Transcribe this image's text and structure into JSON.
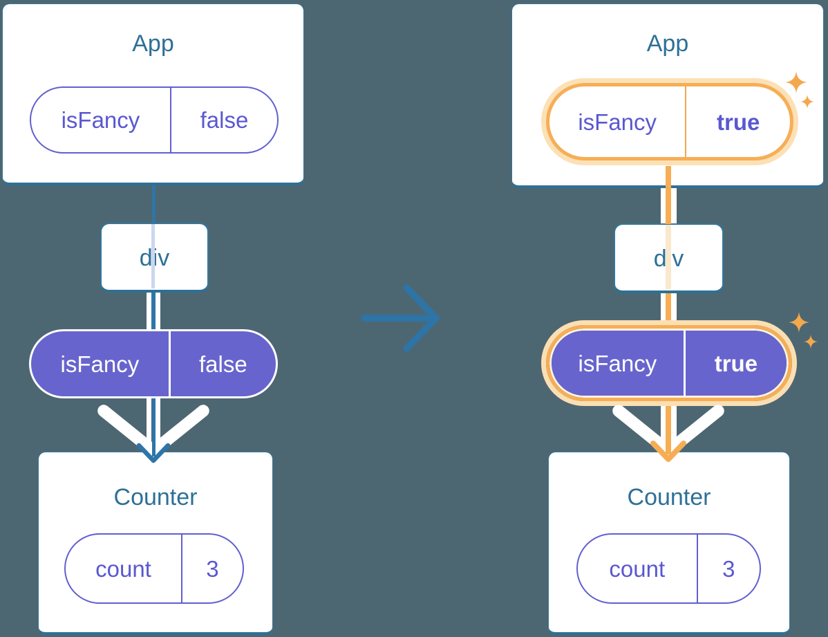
{
  "diagram": {
    "left": {
      "app_title": "App",
      "app_prop_name": "isFancy",
      "app_prop_value": "false",
      "div_label": "div",
      "passed_prop_name": "isFancy",
      "passed_prop_value": "false",
      "counter_title": "Counter",
      "counter_state_name": "count",
      "counter_state_value": "3"
    },
    "right": {
      "app_title": "App",
      "app_prop_name": "isFancy",
      "app_prop_value": "true",
      "div_label": "div",
      "passed_prop_name": "isFancy",
      "passed_prop_value": "true",
      "counter_title": "Counter",
      "counter_state_name": "count",
      "counter_state_value": "3"
    }
  },
  "colors": {
    "background": "#4d6772",
    "card_border": "#35769c",
    "title_text": "#2d7096",
    "purple_text": "#5a58d0",
    "purple_fill": "#6864cd",
    "teal_line": "#2e75a8",
    "orange": "#f6ae55",
    "orange_halo": "#fce0b6",
    "sparkle": "#f3a84e",
    "white": "#ffffff"
  }
}
